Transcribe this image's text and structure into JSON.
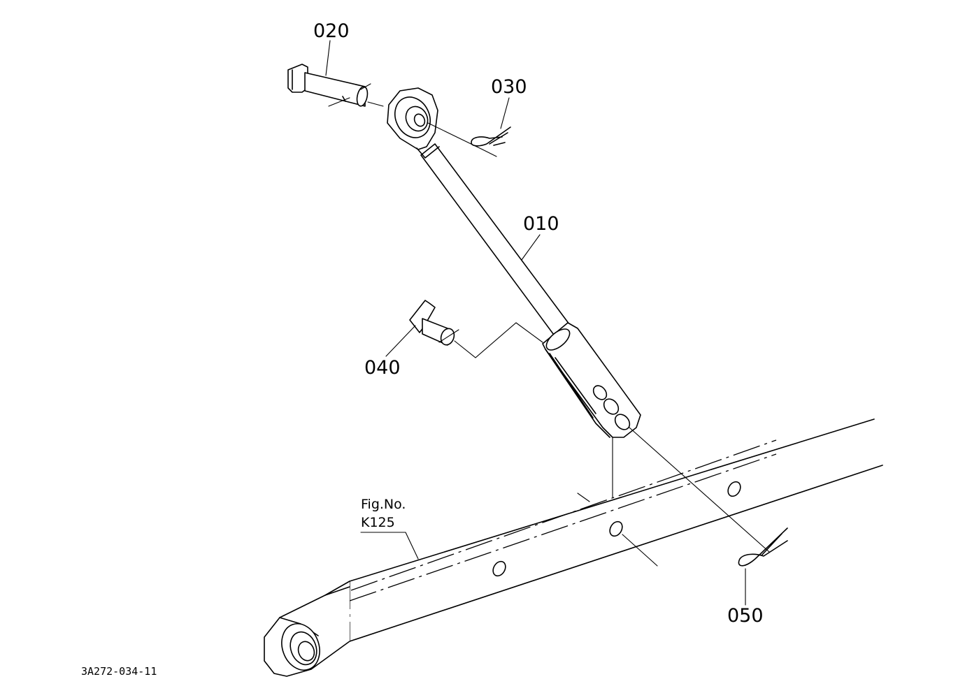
{
  "diagram": {
    "parts": [
      {
        "id": "p010",
        "label": "010"
      },
      {
        "id": "p020",
        "label": "020"
      },
      {
        "id": "p030",
        "label": "030"
      },
      {
        "id": "p040",
        "label": "040"
      },
      {
        "id": "p050",
        "label": "050"
      }
    ],
    "figure_reference": {
      "line1": "Fig.No.",
      "line2": "K125"
    },
    "drawing_code": "3A272-034-11"
  }
}
